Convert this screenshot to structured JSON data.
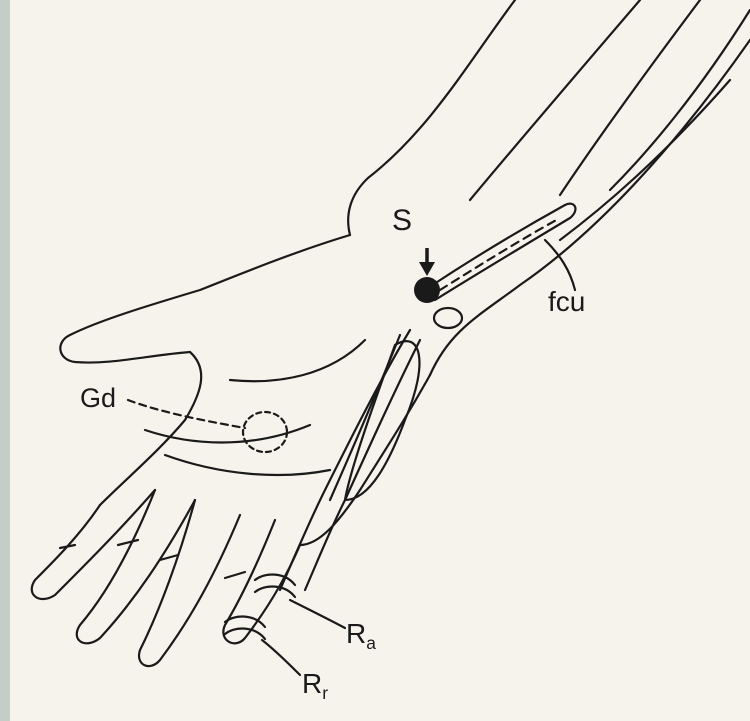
{
  "labels": {
    "s": "S",
    "fcu": "fcu",
    "gd": "Gd",
    "ra_main": "R",
    "ra_sub": "a",
    "rr_main": "R",
    "rr_sub": "r"
  },
  "colors": {
    "background": "#ecefe9",
    "paper": "#f6f3ec",
    "ink": "#1a1a1a",
    "border": "#bfc9c2"
  }
}
